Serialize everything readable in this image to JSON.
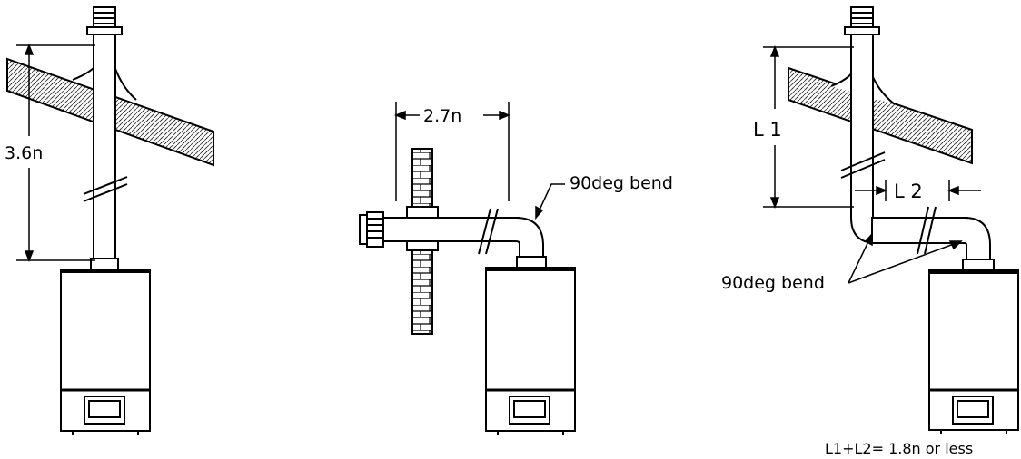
{
  "diagrams": [
    {
      "labels": {
        "height": "3.6n"
      }
    },
    {
      "labels": {
        "width": "2.7n",
        "bend": "90deg bend"
      }
    },
    {
      "labels": {
        "vertical": "L 1",
        "horizontal": "L 2",
        "bend": "90deg bend",
        "formula": "L1+L2= 1.8n or less"
      }
    }
  ],
  "colors": {
    "line": "#000000",
    "background": "#ffffff",
    "hatch": "#555555"
  }
}
